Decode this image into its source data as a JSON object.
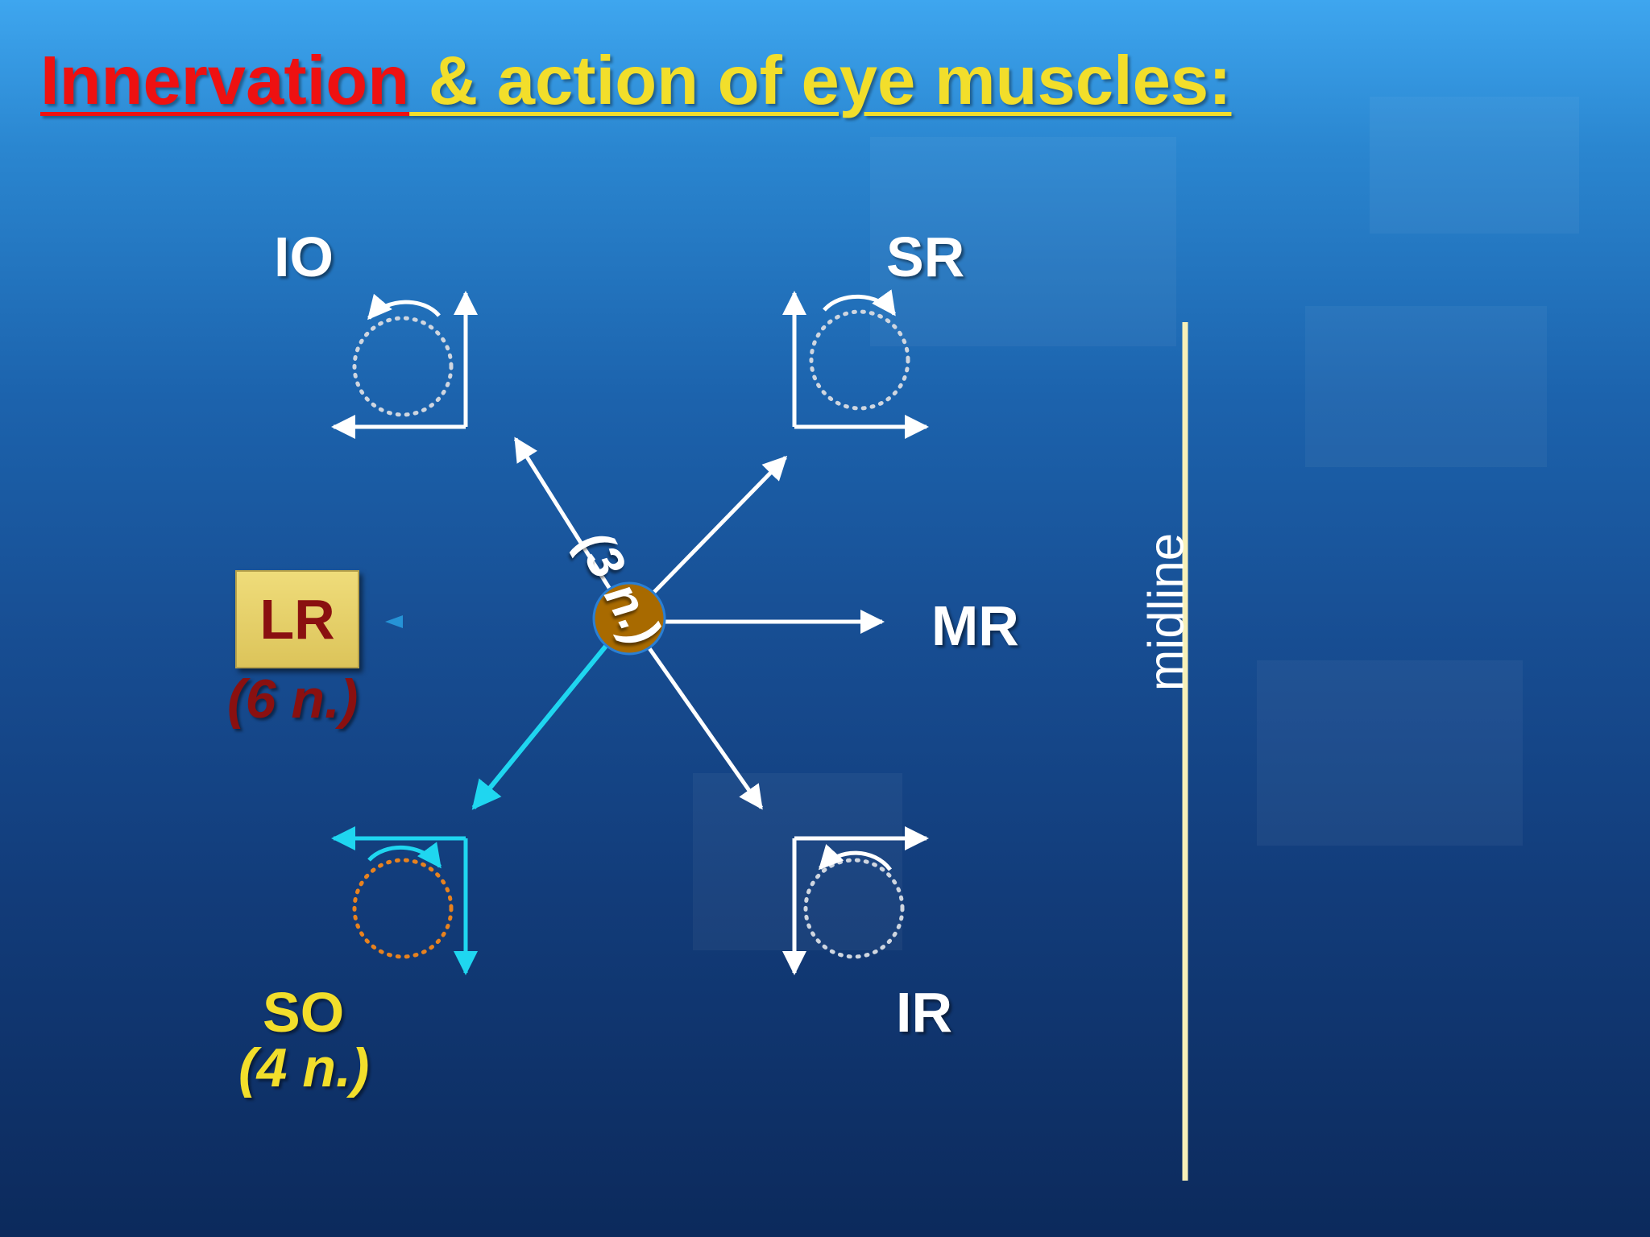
{
  "title": {
    "part1": "Innervation",
    "part2": " & action of eye muscles:"
  },
  "muscles": {
    "io": "IO",
    "sr": "SR",
    "lr": "LR",
    "mr": "MR",
    "so": "SO",
    "ir": "IR"
  },
  "nerves": {
    "lr": "(6 n.)",
    "so": "(4 n.)",
    "center": "(3 n.)"
  },
  "midline_label": "midline",
  "colors": {
    "title_red": "#ee1111",
    "title_yellow": "#f2de2b",
    "center_dot": "#a86a00",
    "cyan": "#1fd6f0",
    "midline": "#f7f0b8",
    "lr_box": "#e3cc62",
    "lr_text": "#8a1010"
  }
}
